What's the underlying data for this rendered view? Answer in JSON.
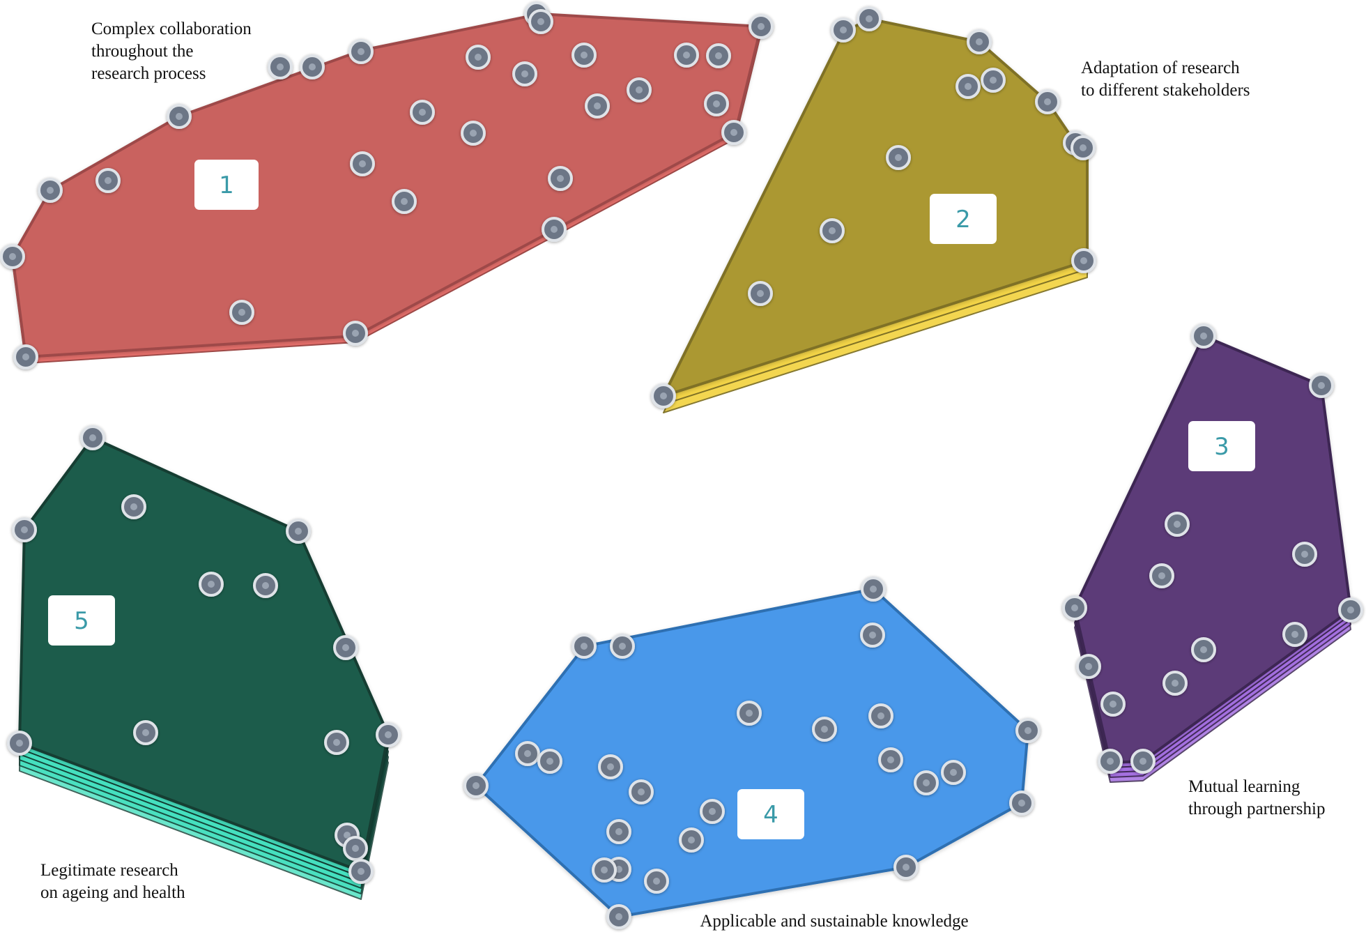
{
  "clusters": [
    {
      "id": "1",
      "badge": "1",
      "label_lines": [
        "Complex collaboration",
        "throughout the",
        "research process"
      ],
      "color": "#c9625f",
      "edge_color": "#9e4a48",
      "base_color": "#e7706c",
      "layers": 1
    },
    {
      "id": "2",
      "badge": "2",
      "label_lines": [
        "Adaptation of research",
        "to different stakeholders"
      ],
      "color": "#ab9833",
      "edge_color": "#7f7125",
      "base_color": "#f3d447",
      "layers": 2
    },
    {
      "id": "3",
      "badge": "3",
      "label_lines": [
        "Mutual learning",
        "through partnership"
      ],
      "color": "#5b3b78",
      "edge_color": "#3d2752",
      "base_color": "#a36ee0",
      "layers": 4
    },
    {
      "id": "4",
      "badge": "4",
      "label_lines": [
        "Applicable and sustainable knowledge"
      ],
      "color": "#4898ea",
      "edge_color": "#2f6fb2",
      "base_color": "#4898ea",
      "layers": 0
    },
    {
      "id": "5",
      "badge": "5",
      "label_lines": [
        "Legitimate research",
        "on ageing and health"
      ],
      "color": "#1f5c4b",
      "edge_color": "#123c31",
      "base_color": "#45e0bf",
      "layers": 5
    }
  ],
  "node_color": "#6c7686",
  "node_ring": "#dfe3e8"
}
